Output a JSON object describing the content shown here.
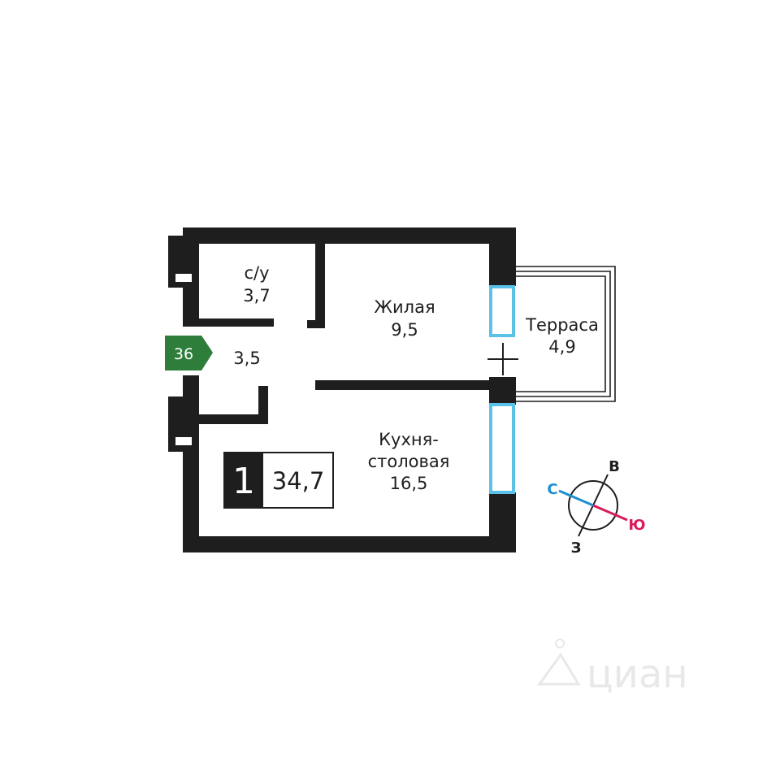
{
  "rooms": {
    "bathroom": {
      "name": "с/у",
      "area": "3,7"
    },
    "hall": {
      "area": "3,5"
    },
    "living": {
      "name": "Жилая",
      "area": "9,5"
    },
    "terrace": {
      "name": "Терраса",
      "area": "4,9"
    },
    "kitchen": {
      "name_line1": "Кухня-",
      "name_line2": "столовая",
      "area": "16,5"
    }
  },
  "apartment": {
    "rooms_count": "1",
    "total_area": "34,7"
  },
  "apartment_number": "36",
  "compass": {
    "north": "С",
    "east": "В",
    "south": "Ю",
    "west": "З"
  },
  "watermark": "циан",
  "colors": {
    "wall": "#1e1e1e",
    "window": "#5bc1e8",
    "badge": "#2e7d3a",
    "north": "#1c8fd0",
    "south": "#d81b5a"
  }
}
